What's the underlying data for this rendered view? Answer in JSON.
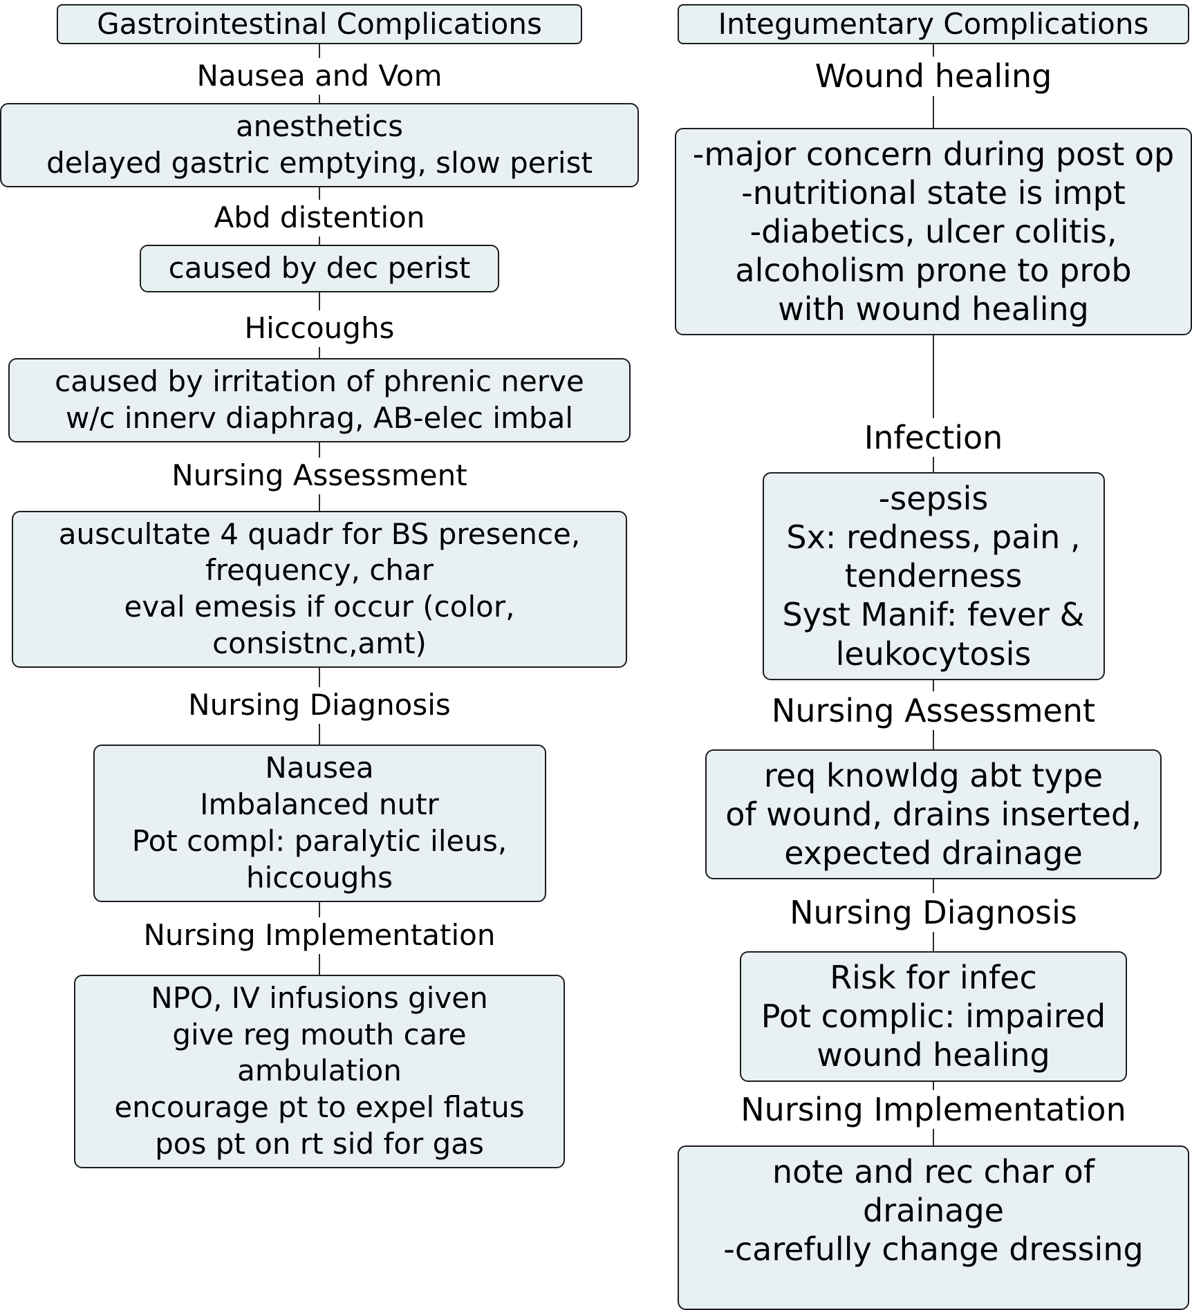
{
  "style": {
    "box_fill": "#e8f0f3",
    "box_border": "#1d1d1d",
    "connector": "#2b2b2b",
    "text": "#000000",
    "background": "#ffffff"
  },
  "columns": [
    {
      "id": "gastrointestinal",
      "title": "Gastrointestinal Complications",
      "items": [
        {
          "kind": "label",
          "text": "Nausea and Vom"
        },
        {
          "kind": "box",
          "text": "anesthetics\ndelayed gastric emptying, slow perist"
        },
        {
          "kind": "label",
          "text": "Abd distention"
        },
        {
          "kind": "box",
          "text": "caused by dec perist"
        },
        {
          "kind": "label",
          "text": "Hiccoughs"
        },
        {
          "kind": "box",
          "text": "caused by irritation of phrenic nerve\nw/c innerv diaphrag, AB-elec imbal"
        },
        {
          "kind": "label",
          "text": "Nursing Assessment"
        },
        {
          "kind": "box",
          "text": "auscultate 4 quadr for BS presence,\nfrequency, char\neval emesis if occur (color,\nconsistnc,amt)"
        },
        {
          "kind": "label",
          "text": "Nursing Diagnosis"
        },
        {
          "kind": "box",
          "text": "Nausea\nImbalanced nutr\nPot compl: paralytic ileus,\nhiccoughs"
        },
        {
          "kind": "label",
          "text": "Nursing Implementation"
        },
        {
          "kind": "box",
          "text": "NPO, IV infusions given\ngive reg mouth care\nambulation\nencourage pt to expel flatus\npos pt on rt sid for gas"
        }
      ]
    },
    {
      "id": "integumentary",
      "title": "Integumentary Complications",
      "items": [
        {
          "kind": "label",
          "text": "Wound healing"
        },
        {
          "kind": "box",
          "text": "-major concern during post op\n-nutritional state is impt\n-diabetics, ulcer colitis,\nalcoholism prone to prob\nwith wound healing"
        },
        {
          "kind": "label",
          "text": "Infection"
        },
        {
          "kind": "box",
          "text": "-sepsis\nSx: redness, pain ,\ntenderness\nSyst Manif: fever &\nleukocytosis"
        },
        {
          "kind": "label",
          "text": "Nursing Assessment"
        },
        {
          "kind": "box",
          "text": "req knowldg abt type\nof wound, drains inserted,\nexpected drainage"
        },
        {
          "kind": "label",
          "text": "Nursing Diagnosis"
        },
        {
          "kind": "box",
          "text": "Risk for infec\nPot complic: impaired\nwound healing"
        },
        {
          "kind": "label",
          "text": "Nursing Implementation"
        },
        {
          "kind": "box",
          "text": "note and rec char of\ndrainage\n-carefully change dressing"
        }
      ]
    }
  ]
}
